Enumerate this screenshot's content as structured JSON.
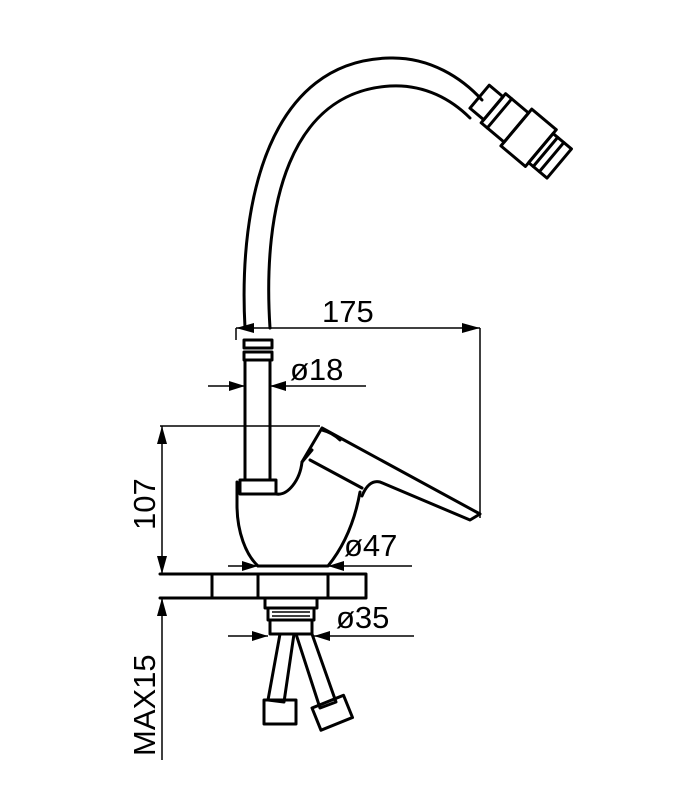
{
  "dimensions": {
    "reach": "175",
    "spout_diameter": "ø18",
    "height": "107",
    "body_diameter": "ø47",
    "thread_diameter": "ø35",
    "max_thickness": "MAX15"
  },
  "colors": {
    "line": "#000000",
    "background": "#ffffff"
  }
}
